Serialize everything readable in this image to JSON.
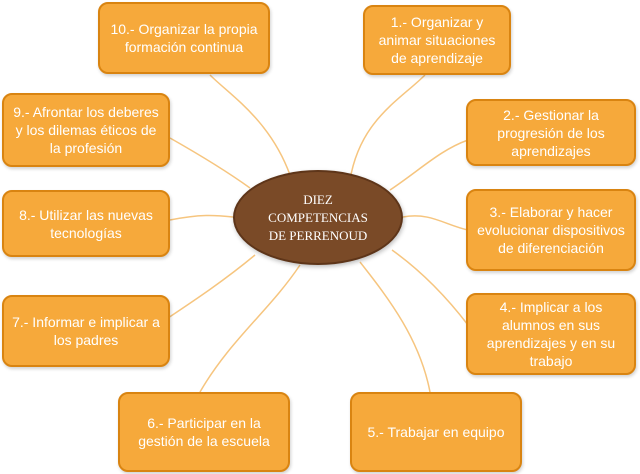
{
  "center": {
    "label": "DIEZ COMPETENCIAS DE PERRENOUD"
  },
  "competencias": [
    {
      "label": "1.- Organizar y animar situaciones de aprendizaje"
    },
    {
      "label": "2.- Gestionar la progresión de los aprendizajes"
    },
    {
      "label": "3.- Elaborar y hacer evolucionar dispositivos de diferenciación"
    },
    {
      "label": "4.- Implicar a los alumnos en sus aprendizajes y en su trabajo"
    },
    {
      "label": "5.- Trabajar en equipo"
    },
    {
      "label": "6.- Participar en la gestión de la escuela"
    },
    {
      "label": "7.- Informar e implicar a los padres"
    },
    {
      "label": "8.- Utilizar las nuevas tecnologías"
    },
    {
      "label": "9.- Afrontar los deberes y los dilemas éticos de la profesión"
    },
    {
      "label": "10.- Organizar la propia formación continua"
    }
  ],
  "colors": {
    "box_fill": "#f6a93b",
    "box_border": "#d98411",
    "center_fill": "#7a4a27",
    "connector": "#f6c57f"
  }
}
